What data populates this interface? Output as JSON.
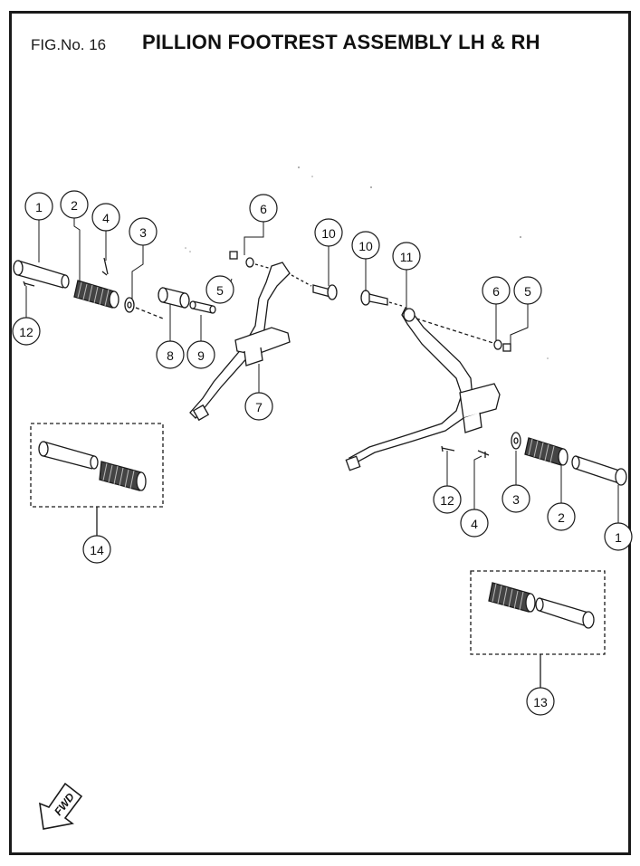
{
  "figure": {
    "number_label": "FIG.No. 16",
    "title": "PILLION FOOTREST ASSEMBLY LH & RH"
  },
  "direction_label": "FWD",
  "callouts": [
    "1",
    "2",
    "4",
    "3",
    "12",
    "6",
    "5",
    "10",
    "8",
    "9",
    "7",
    "10",
    "11",
    "6",
    "5",
    "12",
    "4",
    "3",
    "2",
    "1",
    "14",
    "13"
  ]
}
